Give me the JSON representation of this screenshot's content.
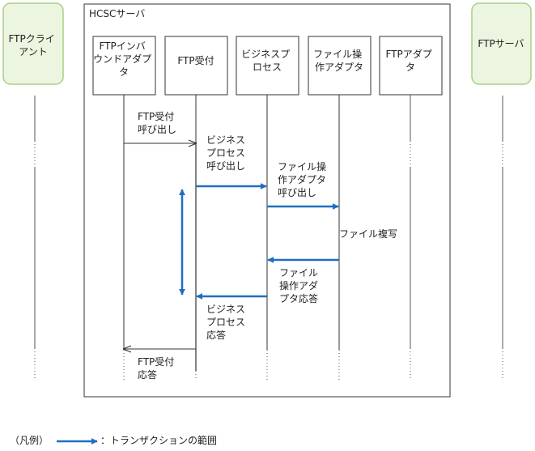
{
  "container": {
    "title": "HCSCサーバ"
  },
  "actors": {
    "ftp_client": {
      "label": [
        "FTPクライ",
        "アント"
      ]
    },
    "ftp_server": {
      "label": [
        "FTPサーバ"
      ]
    }
  },
  "components": [
    {
      "key": "inbound",
      "label": [
        "FTPインバ",
        "ウンドアダプ",
        "タ"
      ]
    },
    {
      "key": "reception",
      "label": [
        "FTP受付"
      ]
    },
    {
      "key": "process",
      "label": [
        "ビジネスプ",
        "ロセス"
      ]
    },
    {
      "key": "fileop",
      "label": [
        "ファイル操",
        "作アダプタ"
      ]
    },
    {
      "key": "ftpadapter",
      "label": [
        "FTPアダプ",
        "タ"
      ]
    }
  ],
  "messages": [
    {
      "key": "ftp-receive-call",
      "label": [
        "FTP受付",
        "呼び出し"
      ]
    },
    {
      "key": "process-call",
      "label": [
        "ビジネス",
        "プロセス",
        "呼び出し"
      ]
    },
    {
      "key": "fileop-call",
      "label": [
        "ファイル操",
        "作アダプタ",
        "呼び出し"
      ]
    },
    {
      "key": "file-copy",
      "label": [
        "ファイル複写"
      ]
    },
    {
      "key": "fileop-response",
      "label": [
        "ファイル",
        "操作アダ",
        "プタ応答"
      ]
    },
    {
      "key": "process-response",
      "label": [
        "ビジネス",
        "プロセス",
        "応答"
      ]
    },
    {
      "key": "ftp-receive-response",
      "label": [
        "FTP受付",
        "応答"
      ]
    }
  ],
  "legend": {
    "prefix": "（凡例）",
    "text": "：トランザクションの範囲"
  },
  "colors": {
    "actor_fill": "#ecf5e0",
    "actor_stroke": "#a9cf86",
    "transaction_arrow": "#1f6fbf",
    "line": "#333333"
  }
}
